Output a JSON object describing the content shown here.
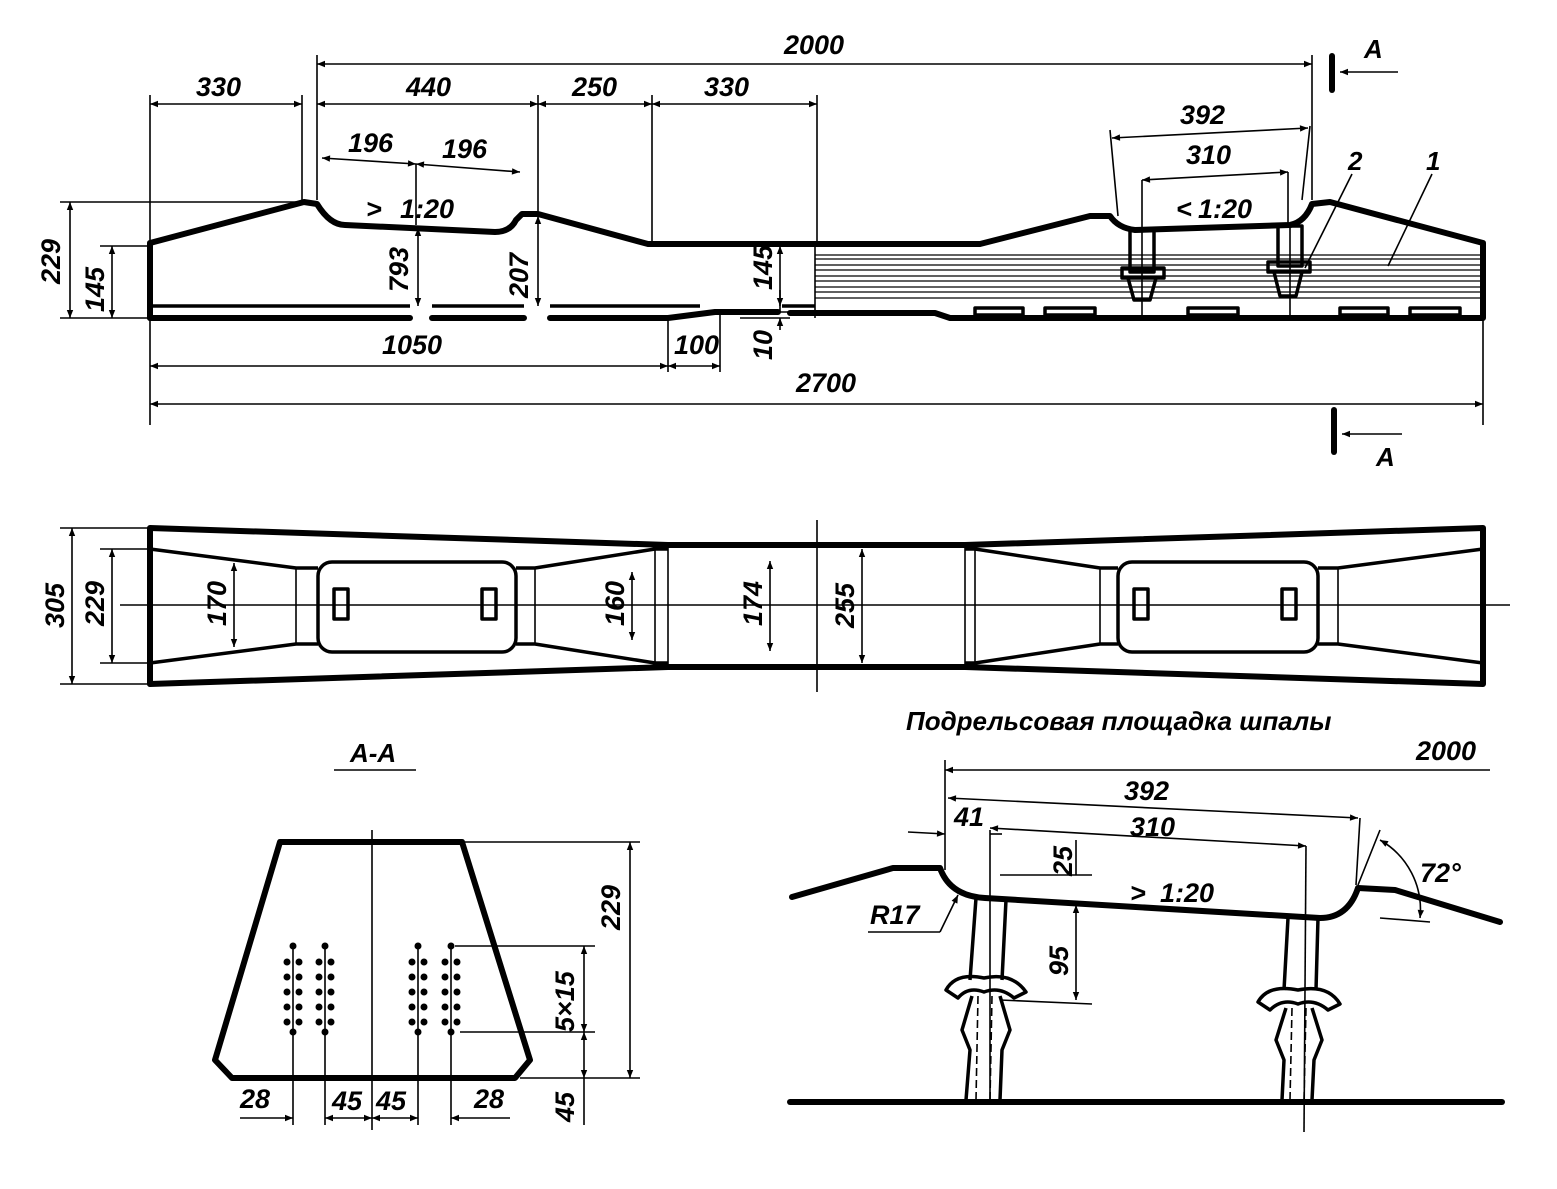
{
  "colors": {
    "ink": "#000000",
    "paper": "#ffffff"
  },
  "side_view": {
    "dims": {
      "d2000": "2000",
      "d330a": "330",
      "d440": "440",
      "d250": "250",
      "d330b": "330",
      "d196a": "196",
      "d196b": "196",
      "d392": "392",
      "d310": "310",
      "slope_left": "1:20",
      "slope_right": "1:20",
      "d229": "229",
      "d145a": "145",
      "d793": "793",
      "d207": "207",
      "d145b": "145",
      "d10": "10",
      "d1050": "1050",
      "d100": "100",
      "d2700": "2700"
    },
    "section_mark": "A",
    "callouts": {
      "c1": "1",
      "c2": "2"
    }
  },
  "plan_view": {
    "dims": {
      "d305": "305",
      "d229": "229",
      "d170": "170",
      "d160": "160",
      "d174": "174",
      "d255": "255"
    }
  },
  "section_aa": {
    "title": "А-А",
    "dims": {
      "d229": "229",
      "d5x15": "5×15",
      "d45v": "45",
      "d28a": "28",
      "d45a": "45",
      "d45b": "45",
      "d28b": "28"
    }
  },
  "rail_seat": {
    "title": "Подрельсовая площадка шпалы",
    "dims": {
      "d2000": "2000",
      "d392": "392",
      "d41": "41",
      "d310": "310",
      "d25": "25",
      "slope": "1:20",
      "d95": "95",
      "r17": "R17",
      "angle": "72°"
    }
  }
}
